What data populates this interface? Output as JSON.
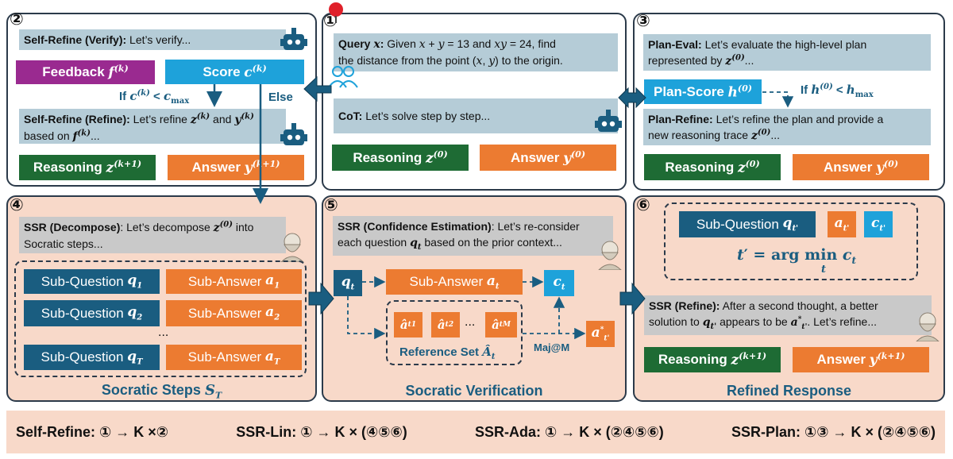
{
  "panel2": {
    "number": "②",
    "verify_text": "Self-Refine (Verify): Let's verify...",
    "feedback": "Feedback f(k)",
    "score": "Score c(k)",
    "condition": "If c(k) < cmax",
    "else": "Else",
    "refine_text": "Self-Refine (Refine): Let's refine z(k) and y(k) based on f(k)...",
    "reasoning": "Reasoning z(k+1)",
    "answer": "Answer y(k+1)"
  },
  "panel1": {
    "number": "①",
    "query_text": "Query x: Given x + y = 13 and xy = 24, find the distance from the point (x, y) to the origin.",
    "cot_text": "CoT: Let's solve step by step...",
    "reasoning": "Reasoning z(0)",
    "answer": "Answer y(0)"
  },
  "panel3": {
    "number": "③",
    "plan_eval_text": "Plan-Eval: Let's evaluate the high-level plan represented by z(0)...",
    "plan_score": "Plan-Score h(0)",
    "condition": "If h(0) < hmax",
    "plan_refine_text": "Plan-Refine: Let's refine the plan and provide a new reasoning trace z(0)...",
    "reasoning": "Reasoning z(0)",
    "answer": "Answer y(0)"
  },
  "panel4": {
    "number": "④",
    "decompose_text": "SSR (Decompose): Let's decompose z(0) into Socratic steps...",
    "rows": [
      {
        "q": "Sub-Question q1",
        "a": "Sub-Answer a1"
      },
      {
        "q": "Sub-Question q2",
        "a": "Sub-Answer a2"
      },
      {
        "q": "Sub-Question qT",
        "a": "Sub-Answer aT"
      }
    ],
    "ellipsis": "...",
    "caption": "Socratic Steps ST"
  },
  "panel5": {
    "number": "⑤",
    "confidence_text": "SSR (Confidence Estimation): Let's re-consider each question qt based on the prior context...",
    "qt": "qt",
    "sub_answer": "Sub-Answer at",
    "ct": "ct",
    "refs": [
      "ât1",
      "ât2",
      "...",
      "âtM"
    ],
    "reference_set": "Reference Set Ât",
    "maj": "Maj@M",
    "astar": "a*t'",
    "caption": "Socratic Verification"
  },
  "panel6": {
    "number": "⑥",
    "sub_question": "Sub-Question qt'",
    "at": "at'",
    "ct": "ct'",
    "argmin": "t' = arg min ct",
    "argmin_sub": "t",
    "refine_text": "SSR (Refine): After a second thought, a better solution to qt' appears to be a*t'. Let's refine...",
    "reasoning": "Reasoning z(k+1)",
    "answer": "Answer y(k+1)",
    "caption": "Refined Response"
  },
  "footer": {
    "items": [
      "Self-Refine: ① → K ×②",
      "SSR-Lin: ① → K × (④⑤⑥)",
      "SSR-Ada: ① → K × (②④⑤⑥)",
      "SSR-Plan: ①③ → K × (②④⑤⑥)"
    ]
  },
  "colors": {
    "green": "#1e6b34",
    "orange": "#ec7b31",
    "teal": "#1a5d80",
    "cyan": "#1ea2da",
    "purple": "#9a2a90",
    "peach": "#f8d9c9",
    "bar_blue": "#b5ccd7",
    "bar_grey": "#c9c9c9",
    "pin_red": "#e0202a"
  }
}
